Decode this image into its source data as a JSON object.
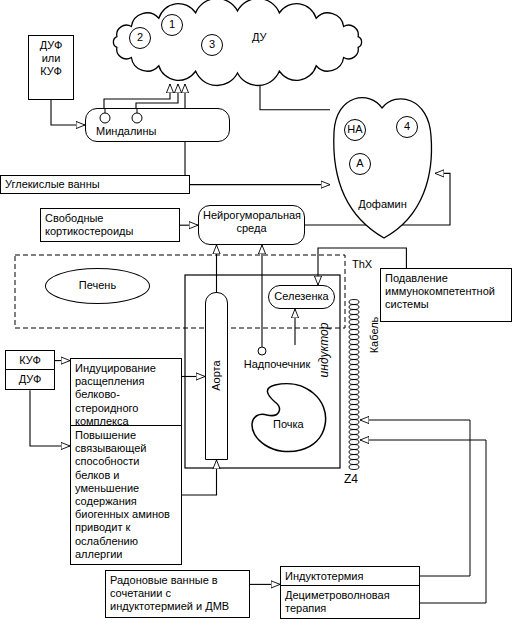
{
  "diagram": {
    "nodes": [
      {
        "text": [
          "ДУ"
        ]
      },
      {
        "text": [
          "2"
        ],
        "in": 0
      },
      {
        "text": [
          "1"
        ],
        "in": 0
      },
      {
        "text": [
          "3"
        ],
        "in": 0
      },
      {
        "text": [
          "ДУФ или КУФ"
        ]
      },
      {
        "text": [
          "Миндалины"
        ]
      },
      {
        "text": [
          "Дофамин"
        ]
      },
      {
        "text": [
          "НА"
        ],
        "in": 6
      },
      {
        "text": [
          "А"
        ],
        "in": 6
      },
      {
        "text": [
          "4"
        ],
        "in": 6
      },
      {
        "text": [
          "Углекислые ванны"
        ]
      },
      {
        "text": [
          "Свободные кортикостероиды"
        ]
      },
      {
        "text": [
          "Нейрогуморальная среда"
        ]
      },
      {
        "text": [
          "Печень"
        ]
      },
      {
        "text": [
          "Селезенка"
        ]
      },
      {
        "text": [
          "Подавление иммунокомпетентной системы"
        ]
      },
      {
        "text": [
          "КУФ"
        ]
      },
      {
        "text": [
          "ДУФ"
        ]
      },
      {
        "text": [
          "Индуцирование расщепления белково-стероидного комплекса"
        ]
      },
      {
        "text": [
          "Аорта"
        ]
      },
      {
        "text": [
          "Надпочечник"
        ]
      },
      {
        "text": [
          "Почка"
        ]
      },
      {
        "text": [
          "Повышение связывающей способности белков и уменьшение содержания биогенных аминов приводит к ослаблению аллергии"
        ]
      },
      {
        "text": [
          "Радоновые ванные в сочетании с индуктотермией и ДМВ"
        ]
      },
      {
        "text": [
          "Индуктотермия"
        ]
      },
      {
        "text": [
          "Дециметроволновая терапия"
        ]
      }
    ],
    "edges": [
      {
        "from": 4,
        "to": 5,
        "arrow": "to"
      },
      {
        "from": 5,
        "to": 0,
        "arrow": "to"
      },
      {
        "from": 5,
        "to": 0,
        "arrow": "to"
      },
      {
        "from": 0,
        "to": 6,
        "arrow": "none"
      },
      {
        "from": 10,
        "to": 6,
        "arrow": "to"
      },
      {
        "from": 10,
        "to": 0,
        "arrow": "to"
      },
      {
        "from": 11,
        "to": 12,
        "arrow": "to"
      },
      {
        "from": 12,
        "to": 6,
        "arrow": "to"
      },
      {
        "from": 15,
        "to": 14,
        "arrow": "to"
      },
      {
        "from": 19,
        "to": 12,
        "arrow": "to"
      },
      {
        "from": 20,
        "to": 12,
        "arrow": "to"
      },
      {
        "from": 20,
        "to": 14,
        "arrow": "to"
      },
      {
        "from": 16,
        "to": 18,
        "arrow": "to"
      },
      {
        "from": 17,
        "to": 22,
        "arrow": "to"
      },
      {
        "from": 18,
        "to": 19,
        "arrow": "to"
      },
      {
        "from": 22,
        "to": 19,
        "arrow": "to"
      },
      {
        "from": 23,
        "to": 24,
        "arrow": "to"
      }
    ],
    "labels": [
      "ThX",
      "индуктор",
      "Кабель",
      "Z4"
    ]
  }
}
